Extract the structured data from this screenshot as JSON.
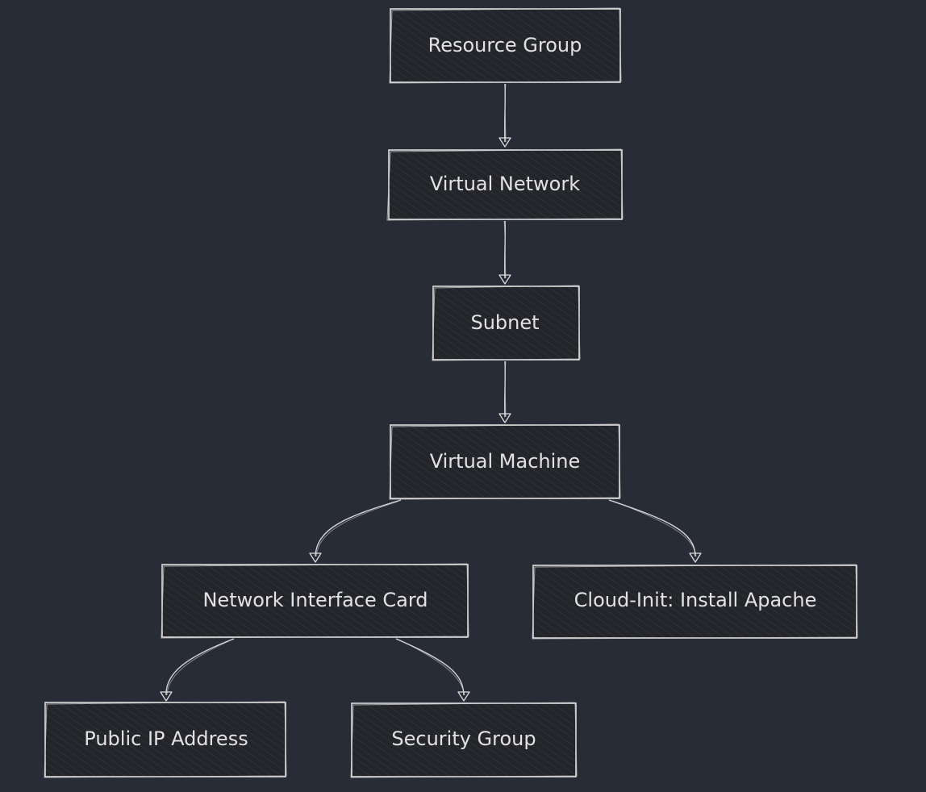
{
  "diagram": {
    "nodes": [
      {
        "id": "resource-group",
        "label": "Resource Group"
      },
      {
        "id": "virtual-network",
        "label": "Virtual Network"
      },
      {
        "id": "subnet",
        "label": "Subnet"
      },
      {
        "id": "virtual-machine",
        "label": "Virtual Machine"
      },
      {
        "id": "network-interface-card",
        "label": "Network Interface Card"
      },
      {
        "id": "cloud-init",
        "label": "Cloud-Init: Install Apache"
      },
      {
        "id": "public-ip-address",
        "label": "Public IP Address"
      },
      {
        "id": "security-group",
        "label": "Security Group"
      }
    ],
    "edges": [
      {
        "from": "resource-group",
        "to": "virtual-network"
      },
      {
        "from": "virtual-network",
        "to": "subnet"
      },
      {
        "from": "subnet",
        "to": "virtual-machine"
      },
      {
        "from": "virtual-machine",
        "to": "network-interface-card"
      },
      {
        "from": "virtual-machine",
        "to": "cloud-init"
      },
      {
        "from": "network-interface-card",
        "to": "public-ip-address"
      },
      {
        "from": "network-interface-card",
        "to": "security-group"
      }
    ],
    "colors": {
      "background": "#282c37",
      "node_fill": "#23252a",
      "node_stroke": "#dddddd",
      "text": "#e2e2e2"
    }
  }
}
